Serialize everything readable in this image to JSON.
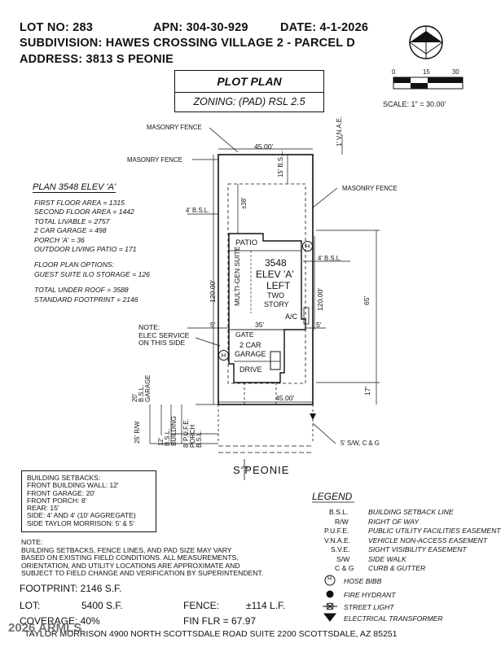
{
  "header": {
    "lot": "LOT NO: 283",
    "apn": "APN: 304-30-929",
    "date": "DATE: 4-1-2026",
    "subdivision": "SUBDIVISION: HAWES CROSSING VILLAGE 2 - PARCEL D",
    "address": "ADDRESS: 3813 S PEONIE"
  },
  "title_box": {
    "title": "PLOT PLAN",
    "zoning": "ZONING: (PAD) RSL 2.5"
  },
  "scale": {
    "t0": "0",
    "t15": "15",
    "t30": "30",
    "label": "SCALE: 1\" = 30.00'"
  },
  "plan_info": {
    "heading": "PLAN 3548 ELEV 'A'",
    "lines": [
      "FIRST FLOOR AREA = 1315",
      "SECOND FLOOR AREA = 1442",
      "TOTAL LIVABLE = 2757",
      "2 CAR GARAGE = 498",
      "PORCH 'A' = 36",
      "OUTDOOR LIVING PATIO = 171"
    ],
    "options_heading": "FLOOR PLAN OPTIONS:",
    "options": "GUEST SUITE ILO STORAGE = 126",
    "roof": "TOTAL UNDER ROOF = 3588",
    "footprint": "STANDARD FOOTPRINT = 2146"
  },
  "labels": {
    "masonry1": "MASONRY FENCE",
    "masonry2": "MASONRY FENCE",
    "masonry3": "MASONRY FENCE",
    "width_top": "45.00'",
    "width_bot": "45.00'",
    "rear_bsl": "15' B.S.L.",
    "vnae": "1' V.N.A.E.",
    "pm38": "±38'",
    "side_bsl_l": "4' B.S.L.",
    "side_bsl_r": "4' B.S.L.",
    "patio": "PATIO",
    "plan": "3548",
    "elev": "ELEV 'A'",
    "left": "LEFT",
    "two": "TWO",
    "story": "STORY",
    "multigen": "MULTI-GEN SUITE",
    "ac": "A/C",
    "depth_l": "120.00'",
    "depth_r": "120.00'",
    "d65": "65'",
    "d35": "35'",
    "d5l": "5'",
    "d5r": "5'",
    "note_elec1": "NOTE:",
    "note_elec2": "ELEC SERVICE",
    "note_elec3": "ON THIS SIDE",
    "gate": "GATE",
    "garage1": "2 CAR",
    "garage2": "GARAGE",
    "drive": "DRIVE",
    "d17": "17'",
    "bsl_garage": "20' B.S.L. GARAGE",
    "rw": "25' R/W",
    "bsl_building": "12' B.S.L. BUILDING",
    "pufe": "8' P.U.F.E. PORCH B.S.L.",
    "sw": "5' S/W, C & G",
    "street": "S PEONIE",
    "hb1": "H",
    "hb2": "H"
  },
  "setbacks": {
    "heading": "BUILDING SETBACKS:",
    "lines": [
      "FRONT BUILDING WALL: 12'",
      "FRONT GARAGE: 20'",
      "FRONT PORCH: 8'",
      "REAR: 15'",
      "SIDE: 4' AND 4' (10' AGGREGATE)",
      "SIDE TAYLOR MORRISON: 5' & 5'"
    ]
  },
  "legend": {
    "title": "LEGEND",
    "rows": [
      {
        "abbr": "B.S.L.",
        "desc": "BUILDING SETBACK LINE"
      },
      {
        "abbr": "R/W",
        "desc": "RIGHT OF WAY"
      },
      {
        "abbr": "P.U.F.E.",
        "desc": "PUBLIC UTILITY FACILITIES EASEMENT"
      },
      {
        "abbr": "V.N.A.E.",
        "desc": "VEHICLE NON-ACCESS EASEMENT"
      },
      {
        "abbr": "S.V.E.",
        "desc": "SIGHT VISIBILITY EASEMENT"
      },
      {
        "abbr": "S/W",
        "desc": "SIDE WALK"
      },
      {
        "abbr": "C & G",
        "desc": "CURB & GUTTER"
      }
    ],
    "hose": "HOSE BIBB",
    "hose_symbol": "H",
    "hydrant": "FIRE HYDRANT",
    "light": "STREET LIGHT",
    "transformer": "ELECTRICAL TRANSFORMER"
  },
  "note": {
    "heading": "NOTE:",
    "lines": [
      "BUILDING SETBACKS, FENCE LINES, AND PAD SIZE MAY VARY",
      "BASED ON EXISTING FIELD CONDITIONS.  ALL MEASUREMENTS,",
      "ORIENTATION, AND UTILITY LOCATIONS ARE APPROXIMATE AND",
      "SUBJECT TO FIELD CHANGE AND VERIFICATION BY SUPERINTENDENT."
    ]
  },
  "stats": {
    "footprint": "FOOTPRINT: 2146 S.F.",
    "lot_label": "LOT:",
    "lot_value": "5400 S.F.",
    "fence_label": "FENCE:",
    "fence_value": "±114 L.F.",
    "coverage": "COVERAGE: 40%",
    "fin_flr": "FIN FLR = 67.97"
  },
  "footer": {
    "watermark": "2026 ARMLS",
    "company": "TAYLOR MORRISON 4900 NORTH SCOTTSDALE ROAD SUITE 2200 SCOTTSDALE, AZ  85251"
  }
}
